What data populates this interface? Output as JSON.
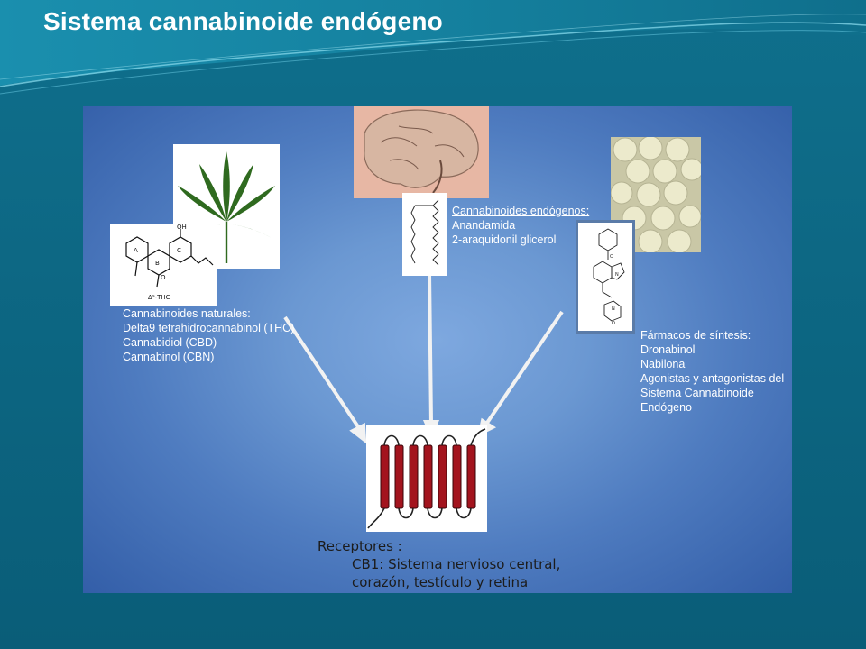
{
  "slide": {
    "title": "Sistema cannabinoide endógeno"
  },
  "left_panel": {
    "heading": "Cannabinoides naturales:",
    "items": [
      "Delta9 tetrahidrocannabinol (THC)",
      "Cannabidiol (CBD)",
      "Cannabinol (CBN)"
    ],
    "structure_label": "Δ⁹-THC"
  },
  "center_panel": {
    "heading": "Cannabinoides endógenos:",
    "items": [
      "Anandamida",
      "2-araquidonil glicerol"
    ]
  },
  "right_panel": {
    "heading": "Fármacos de síntesis:",
    "items": [
      "Dronabinol",
      "Nabilona",
      "Agonistas y antagonistas del",
      "Sistema Cannabinoide",
      "Endógeno"
    ]
  },
  "receptors": {
    "heading": "Receptores :",
    "lines": [
      "CB1: Sistema nervioso central,",
      "corazón, testículo y retina"
    ]
  },
  "colors": {
    "background": "#0f6b86",
    "title": "#ffffff",
    "figure_center": "#7ea8df",
    "figure_edge": "#335ea8",
    "leaf": "#2f6a1f",
    "receptor_helix": "#a3141e",
    "brain": "#e7b7a4"
  }
}
